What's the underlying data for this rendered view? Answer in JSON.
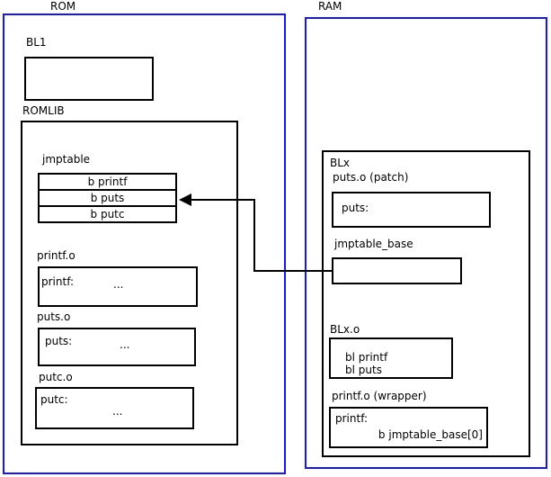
{
  "diagram": {
    "colors": {
      "region_border": "#1414ff",
      "box_border": "#000000",
      "background": "#ffffff",
      "text": "#000000"
    },
    "rom": {
      "title": "ROM",
      "bl1_label": "BL1",
      "romlib_label": "ROMLIB",
      "jmptable": {
        "label": "jmptable",
        "rows": [
          "b printf",
          "b puts",
          "b putc"
        ]
      },
      "printf_o": {
        "label": "printf.o",
        "symbol": "printf:",
        "ellipsis": "..."
      },
      "puts_o": {
        "label": "puts.o",
        "symbol": "puts:",
        "ellipsis": "..."
      },
      "putc_o": {
        "label": "putc.o",
        "symbol": "putc:",
        "ellipsis": "..."
      }
    },
    "ram": {
      "title": "RAM",
      "blx_label": "BLx",
      "puts_patch": {
        "label": "puts.o (patch)",
        "symbol": "puts:"
      },
      "jmptable_base": {
        "label": "jmptable_base"
      },
      "blx_o": {
        "label": "BLx.o",
        "lines": [
          "bl printf",
          "bl puts"
        ]
      },
      "printf_wrapper": {
        "label": "printf.o (wrapper)",
        "symbol": "printf:",
        "branch": "b jmptable_base[0]"
      }
    }
  }
}
